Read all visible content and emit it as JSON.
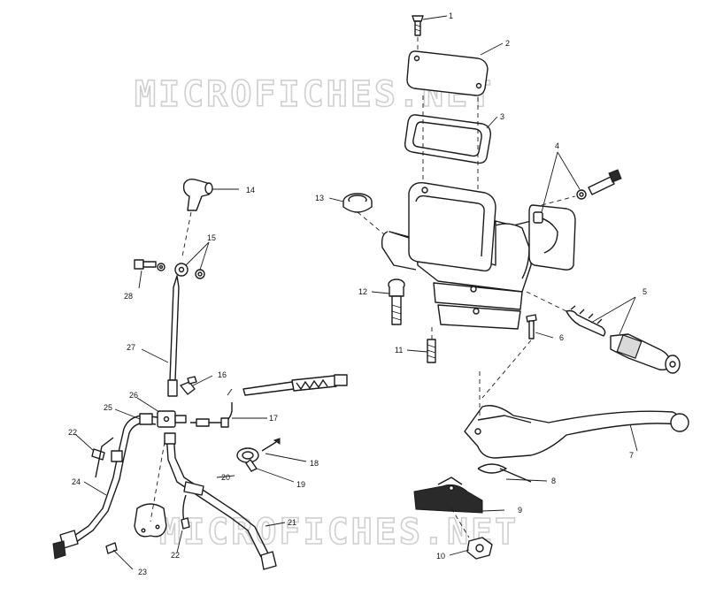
{
  "watermark": {
    "text": "MICROFICHES.NET"
  },
  "callouts": {
    "c1": "1",
    "c2": "2",
    "c3": "3",
    "c4": "4",
    "c5": "5",
    "c6": "6",
    "c7": "7",
    "c8": "8",
    "c9": "9",
    "c10": "10",
    "c11": "11",
    "c12": "12",
    "c13": "13",
    "c14": "14",
    "c15": "15",
    "c16": "16",
    "c17": "17",
    "c18": "18",
    "c19": "19",
    "c20": "20",
    "c21": "21",
    "c22a": "22",
    "c22b": "22",
    "c23": "23",
    "c24": "24",
    "c25": "25",
    "c26": "26",
    "c27": "27",
    "c28": "28"
  },
  "colors": {
    "line": "#1a1a1a",
    "watermark": "#cfcfcf",
    "background": "#ffffff"
  }
}
